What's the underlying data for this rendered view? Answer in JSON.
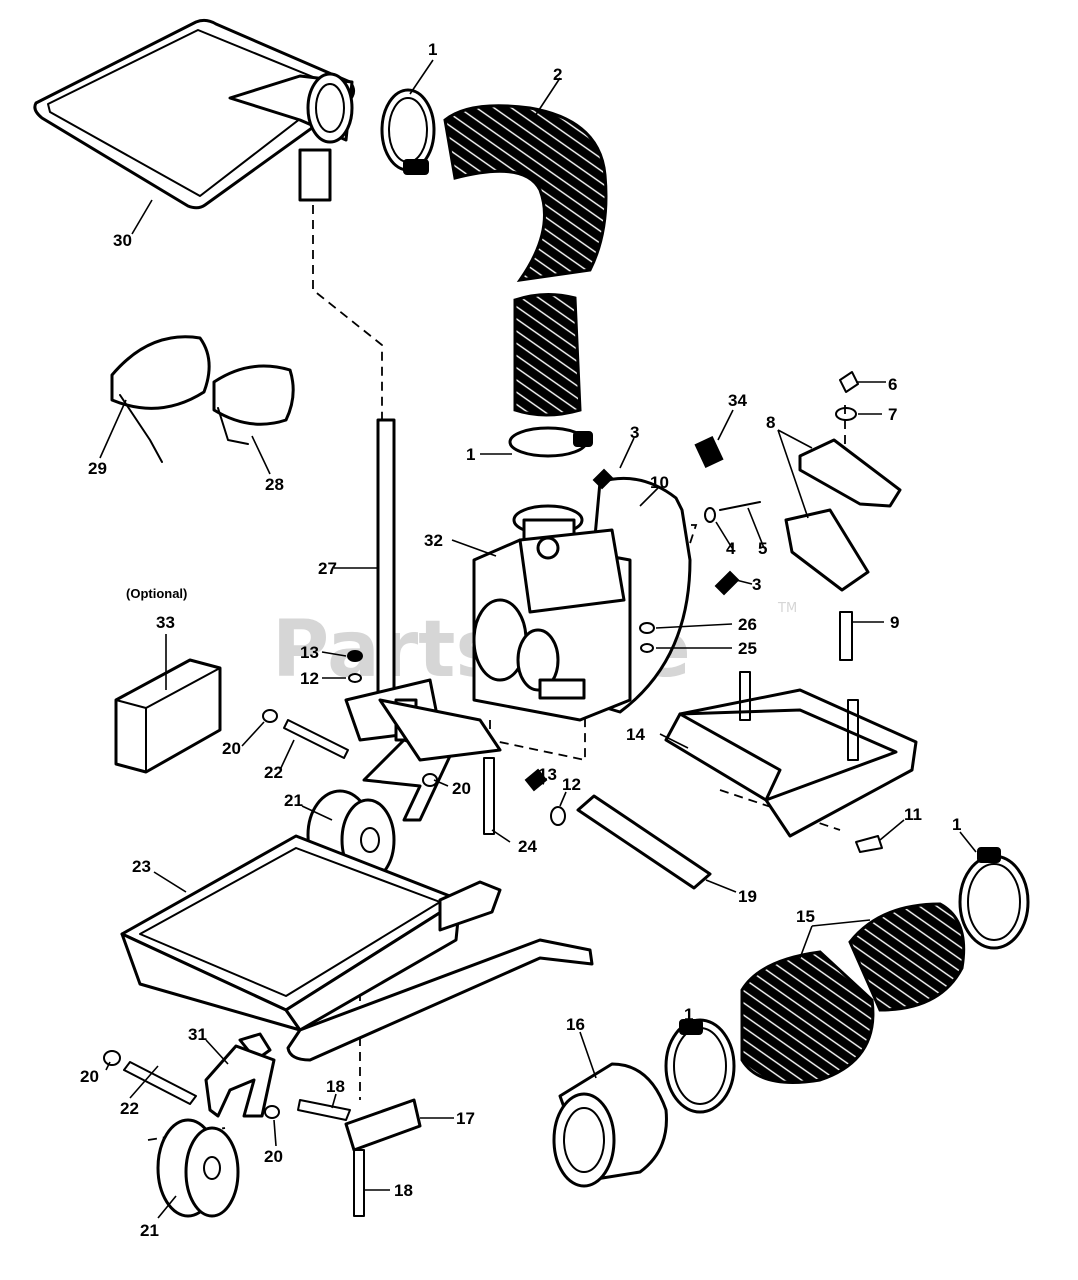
{
  "watermark": {
    "text": "PartsTree",
    "tm": "TM"
  },
  "note_optional": "(Optional)",
  "callouts": {
    "c1a": "1",
    "c2": "2",
    "c30": "30",
    "c29": "29",
    "c28": "28",
    "c1b": "1",
    "c3a": "3",
    "c34": "34",
    "c10": "10",
    "c8": "8",
    "c6": "6",
    "c7": "7",
    "c4": "4",
    "c5": "5",
    "c3b": "3",
    "c32": "32",
    "c27": "27",
    "c33": "33",
    "c13a": "13",
    "c12a": "12",
    "c26": "26",
    "c25": "25",
    "c9": "9",
    "c20a": "20",
    "c22a": "22",
    "c20b": "20",
    "c14": "14",
    "c21a": "21",
    "c13b": "13",
    "c12b": "12",
    "c11": "11",
    "c1c": "1",
    "c24": "24",
    "c23": "23",
    "c19": "19",
    "c15": "15",
    "c16": "16",
    "c1d": "1",
    "c31": "31",
    "c20c": "20",
    "c22b": "22",
    "c18a": "18",
    "c17": "17",
    "c20d": "20",
    "c18b": "18",
    "c21b": "21"
  }
}
